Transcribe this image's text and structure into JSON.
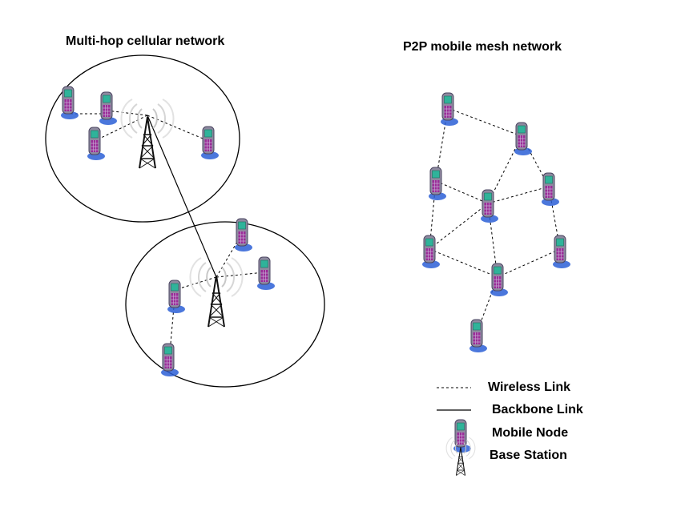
{
  "titles": {
    "left": "Multi-hop  cellular network",
    "right": "P2P mobile mesh network"
  },
  "legend": {
    "wireless": "Wireless Link",
    "backbone": "Backbone Link",
    "mobile": "Mobile Node",
    "base": "Base Station"
  },
  "colors": {
    "phone_body": "#8e8aa0",
    "phone_screen": "#2fb39a",
    "phone_keys": "#9b2c98",
    "phone_shadow": "#2b5fd6",
    "line": "#000000"
  },
  "icons": [
    "mobile-node-icon",
    "base-station-icon"
  ]
}
